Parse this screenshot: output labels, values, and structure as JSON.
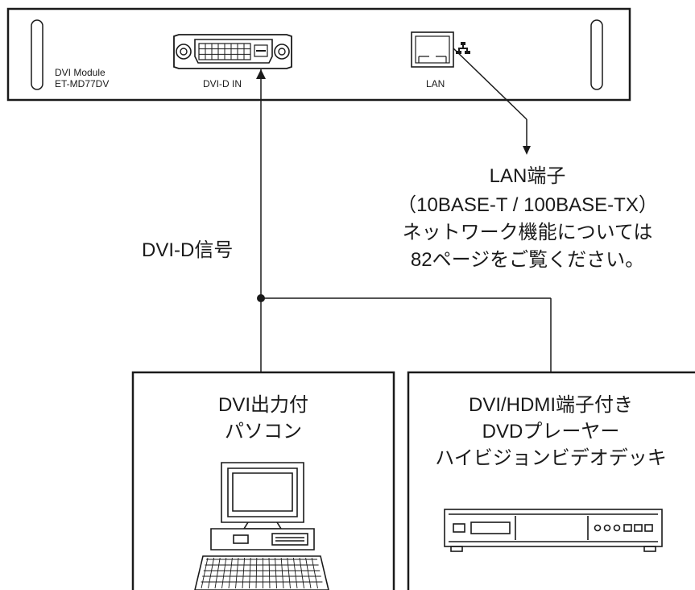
{
  "module": {
    "name_line1": "DVI Module",
    "name_line2": "ET-MD77DV",
    "dvi_port_label": "DVI-D IN",
    "lan_port_label": "LAN",
    "network_icon": "network-icon"
  },
  "lan_note": {
    "line1": "LAN端子",
    "line2": "（10BASE-T / 100BASE-TX）",
    "line3": "ネットワーク機能については",
    "line4": "82ページをご覧ください。"
  },
  "signal_label": "DVI-D信号",
  "device_pc": {
    "line1": "DVI出力付",
    "line2": "パソコン",
    "icon": "computer-icon"
  },
  "device_av": {
    "line1": "DVI/HDMI端子付き",
    "line2": "DVDプレーヤー",
    "line3": "ハイビジョンビデオデッキ",
    "icon": "dvd-player-icon"
  }
}
